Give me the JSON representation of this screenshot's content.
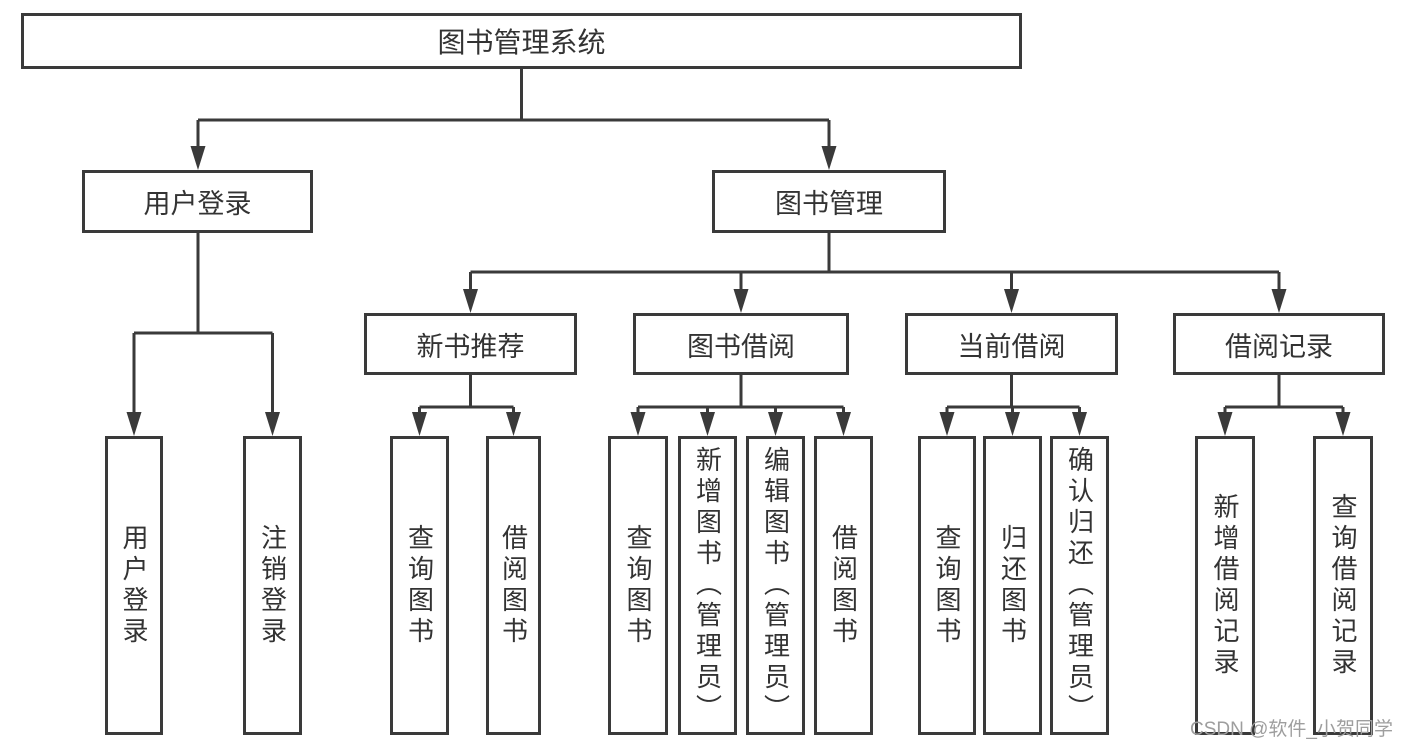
{
  "diagram": {
    "root": {
      "label": "图书管理系统"
    },
    "branches": [
      {
        "label": "用户登录",
        "leaves": [
          "用户登录",
          "注销登录"
        ]
      },
      {
        "label": "图书管理",
        "groups": [
          {
            "label": "新书推荐",
            "leaves": [
              "查询图书",
              "借阅图书"
            ]
          },
          {
            "label": "图书借阅",
            "leaves": [
              "查询图书",
              "新增图书（管理员）",
              "编辑图书（管理员）",
              "借阅图书"
            ]
          },
          {
            "label": "当前借阅",
            "leaves": [
              "查询图书",
              "归还图书",
              "确认归还（管理员）"
            ]
          },
          {
            "label": "借阅记录",
            "leaves": [
              "新增借阅记录",
              "查询借阅记录"
            ]
          }
        ]
      }
    ]
  },
  "watermark": {
    "text": "CSDN @软件_小贺同学",
    "color": "#9e9e9e"
  },
  "colors": {
    "line": "#3a3a3a",
    "text": "#333333",
    "background": "#ffffff"
  }
}
